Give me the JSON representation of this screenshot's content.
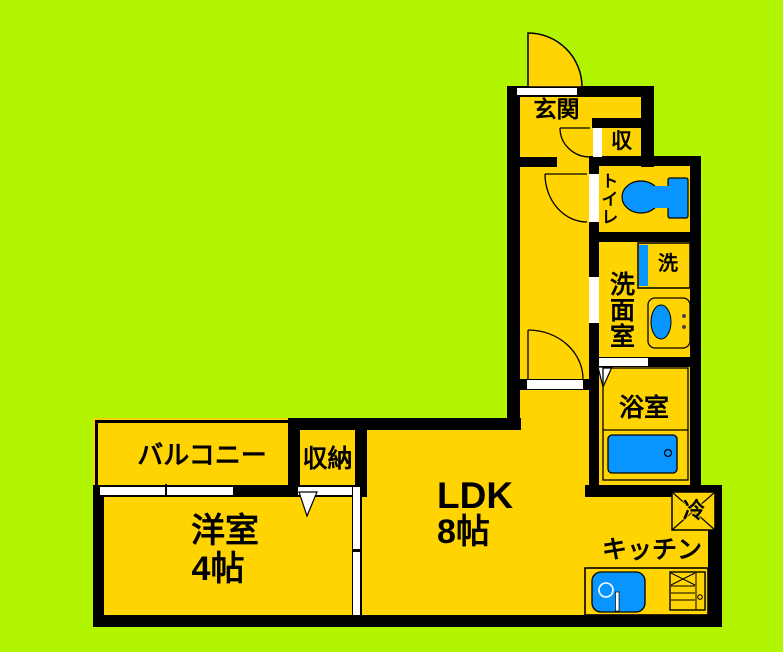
{
  "plan": {
    "type": "japanese-apartment-floor-plan",
    "colors": {
      "bg": "#b2f500",
      "floor": "#ffd400",
      "wall": "#000000",
      "fixture": "#0995ff",
      "opening": "#ffffff"
    },
    "labels": {
      "genkan": "玄関",
      "shoe_cabinet": "収",
      "toilet": "トイレ",
      "washer": "洗",
      "washroom": "洗面室",
      "bathroom": "浴室",
      "fridge": "冷",
      "kitchen": "キッチン",
      "ldk": "LDK",
      "ldk_size": "8帖",
      "western_room": "洋室",
      "western_room_size": "4帖",
      "storage": "収納",
      "balcony": "バルコニー"
    }
  }
}
